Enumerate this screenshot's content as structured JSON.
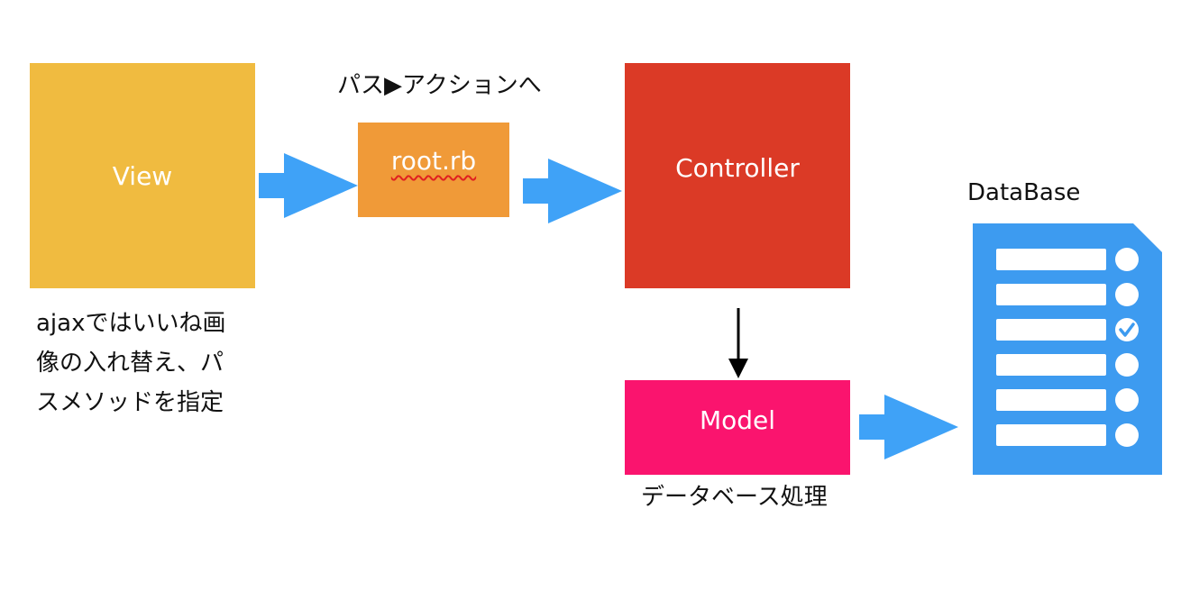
{
  "view": {
    "label": "View",
    "color": "#F0BB40"
  },
  "view_note": {
    "lines": [
      "ajaxではいいね画",
      "像の入れ替え、パ",
      "スメソッドを指定"
    ]
  },
  "route": {
    "caption": "パス▶アクションへ",
    "label": "root.rb",
    "color": "#F09A38"
  },
  "controller": {
    "label": "Controller",
    "color": "#DB3A26"
  },
  "model": {
    "label": "Model",
    "color": "#FA146E",
    "caption": "データベース処理"
  },
  "database": {
    "label": "DataBase",
    "color": "#3D9BF0",
    "icon": "database-list-icon",
    "checked_row": 3
  },
  "arrow_color": "#3FA2F7"
}
